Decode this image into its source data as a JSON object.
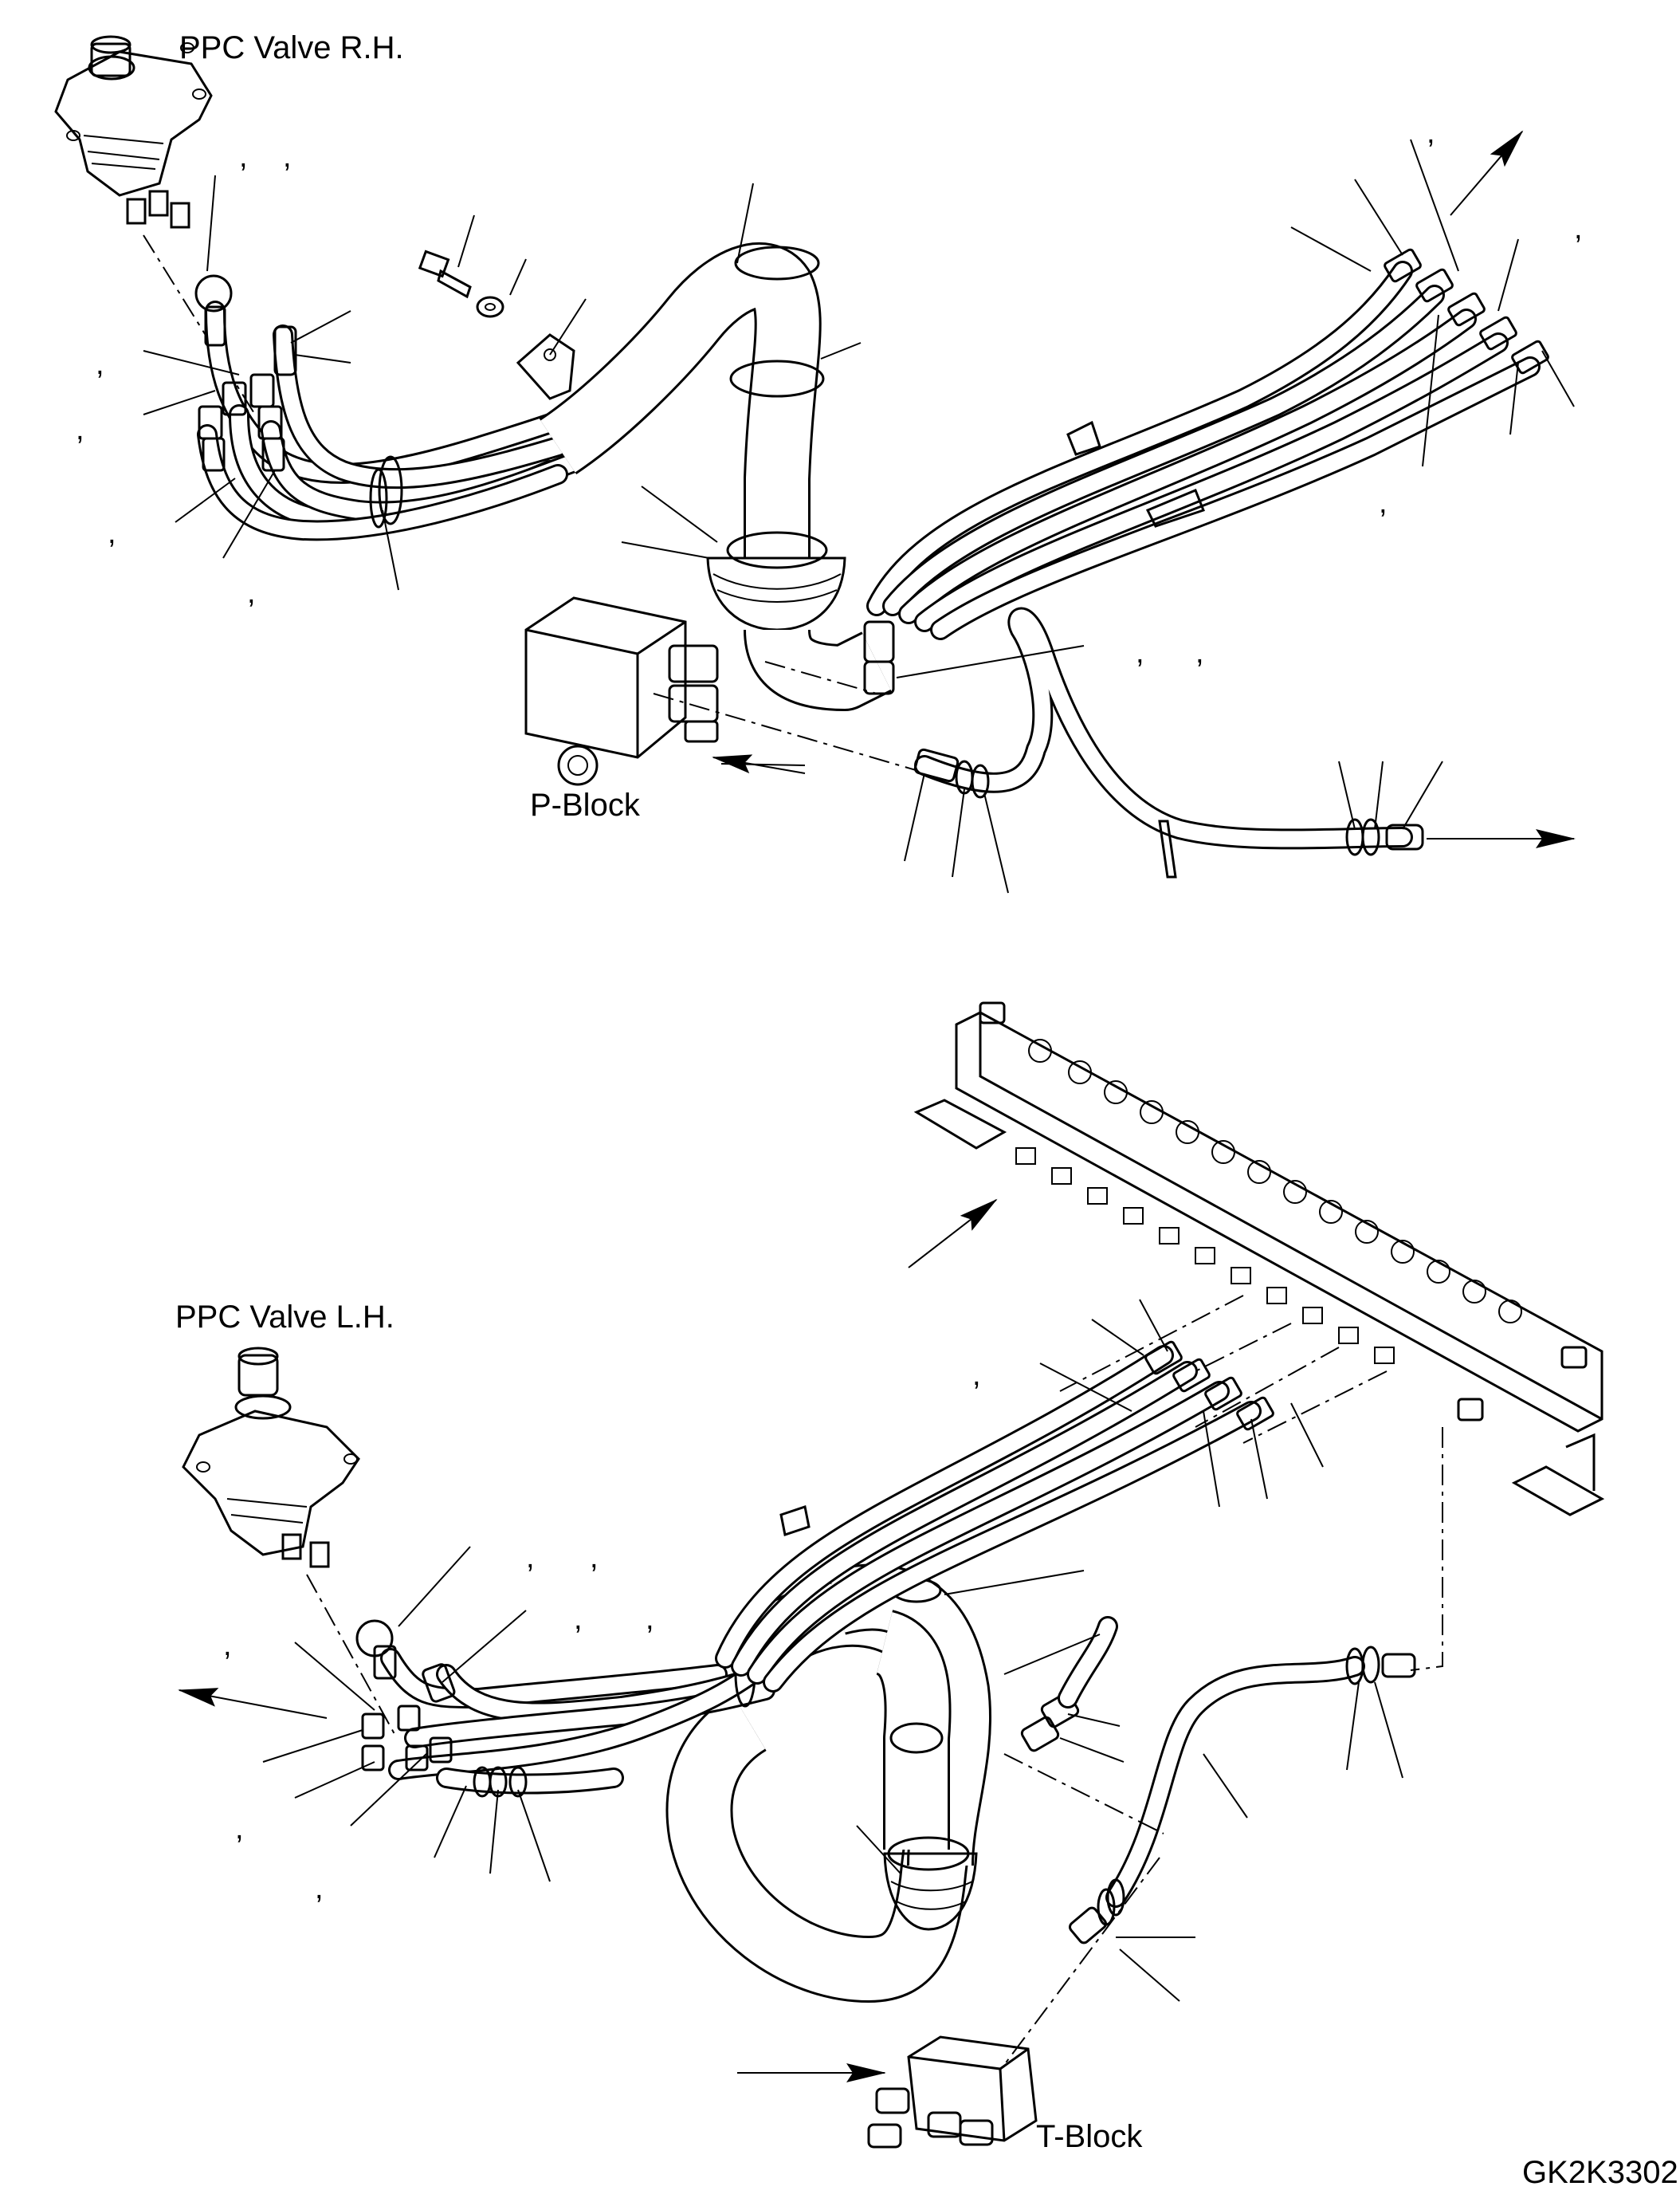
{
  "labels": {
    "ppc_valve_rh": "PPC Valve R.H.",
    "ppc_valve_lh": "PPC Valve L.H.",
    "p_block": "P-Block",
    "t_block": "T-Block",
    "drawing_number": "GK2K3302"
  },
  "separator": ","
}
